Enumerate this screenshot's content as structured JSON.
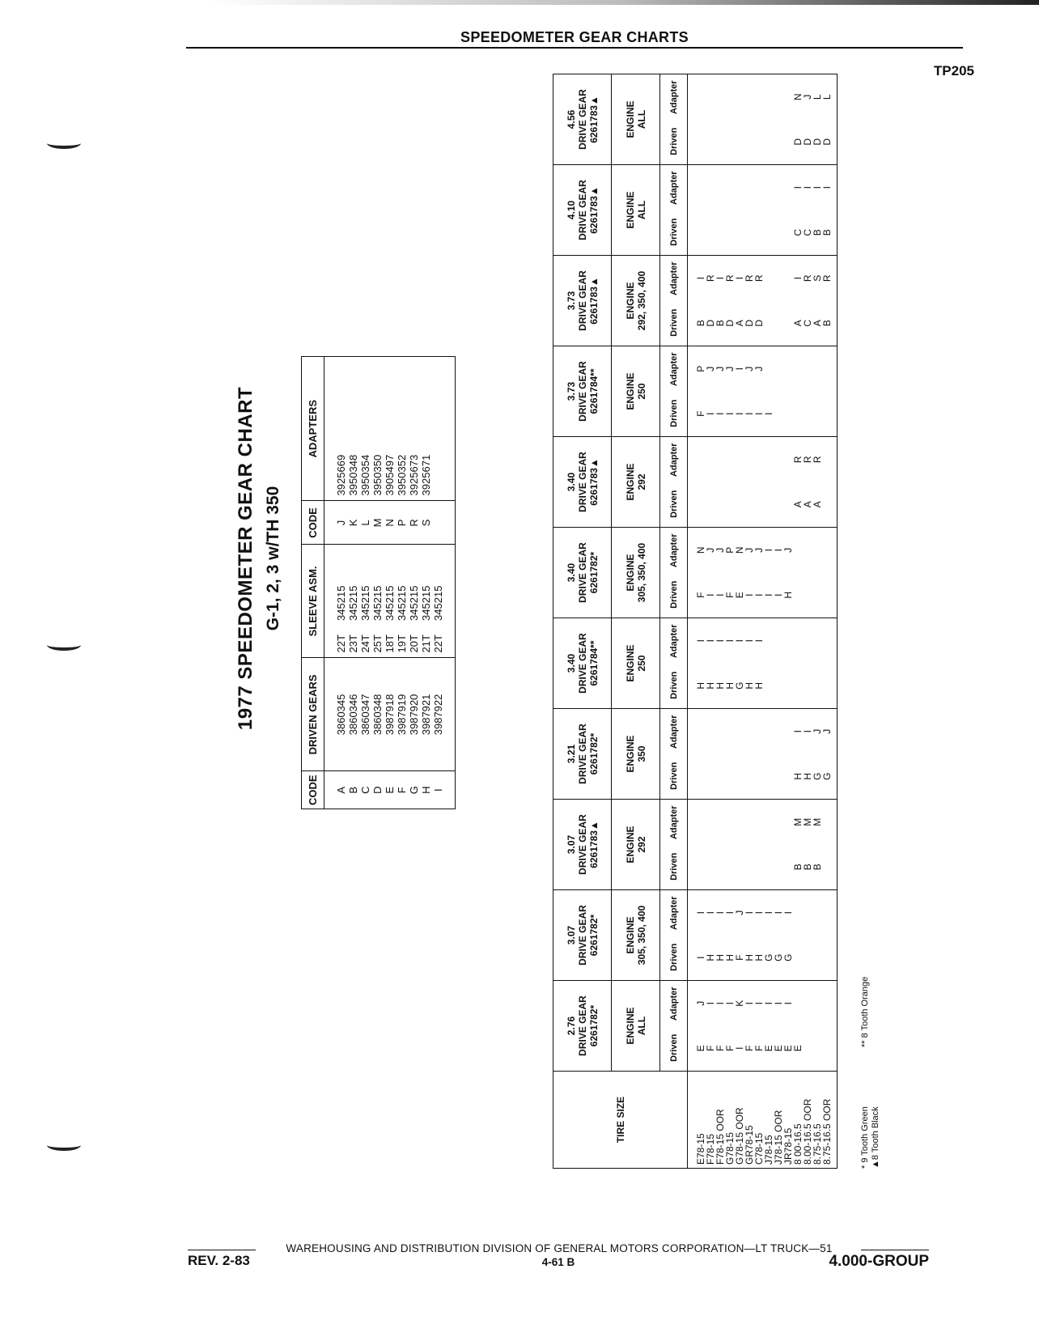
{
  "header": {
    "title": "SPEEDOMETER GEAR CHARTS",
    "code": "TP205"
  },
  "chart": {
    "title": "1977 SPEEDOMETER GEAR CHART",
    "subtitle": "G-1, 2, 3 w/TH 350",
    "headers": [
      "CODE",
      "DRIVEN GEARS",
      "SLEEVE ASM.",
      "CODE",
      "ADAPTERS"
    ],
    "rows": [
      {
        "code": "A",
        "driven": "3860345",
        "teeth": "22T",
        "sleeve": "345215",
        "acode": "J",
        "adapter": "3925669"
      },
      {
        "code": "B",
        "driven": "3860346",
        "teeth": "23T",
        "sleeve": "345215",
        "acode": "K",
        "adapter": "3950348"
      },
      {
        "code": "C",
        "driven": "3860347",
        "teeth": "24T",
        "sleeve": "345215",
        "acode": "L",
        "adapter": "3950354"
      },
      {
        "code": "D",
        "driven": "3860348",
        "teeth": "25T",
        "sleeve": "345215",
        "acode": "M",
        "adapter": "3950350"
      },
      {
        "code": "E",
        "driven": "3987918",
        "teeth": "18T",
        "sleeve": "345215",
        "acode": "N",
        "adapter": "3905497"
      },
      {
        "code": "F",
        "driven": "3987919",
        "teeth": "19T",
        "sleeve": "345215",
        "acode": "P",
        "adapter": "3950352"
      },
      {
        "code": "G",
        "driven": "3987920",
        "teeth": "20T",
        "sleeve": "345215",
        "acode": "R",
        "adapter": "3925673"
      },
      {
        "code": "H",
        "driven": "3987921",
        "teeth": "21T",
        "sleeve": "345215",
        "acode": "S",
        "adapter": "3925671"
      },
      {
        "code": "I",
        "driven": "3987922",
        "teeth": "22T",
        "sleeve": "345215",
        "acode": "",
        "adapter": ""
      }
    ]
  },
  "gear_table": {
    "tire_header": "TIRE SIZE",
    "driven_label": "Driven",
    "adapter_label": "Adapter",
    "tires": [
      "E78-15",
      "F78-15",
      "F78-15 OOR",
      "G78-15",
      "G78-15 OOR",
      "GR78-15",
      "C78-15",
      "J78-15",
      "J78-15 OOR",
      "JR78-15",
      "8 00-16.5",
      "8.00-16.5 OOR",
      "8.75-16.5",
      "8.75-16.5 OOR"
    ],
    "columns": [
      {
        "ratio": "2.76",
        "gear": "DRIVE GEAR",
        "part": "6261782*",
        "engine_label": "ENGINE",
        "engine": "ALL",
        "driven": [
          "E",
          "F",
          "F",
          "F",
          "I",
          "F",
          "F",
          "E",
          "E",
          "E",
          "E",
          "",
          "",
          ""
        ],
        "adapter": [
          "J",
          "I",
          "I",
          "I",
          "K",
          "I",
          "I",
          "I",
          "I",
          "I",
          "",
          "",
          "",
          ""
        ]
      },
      {
        "ratio": "3.07",
        "gear": "DRIVE GEAR",
        "part": "6261782*",
        "engine_label": "ENGINE",
        "engine": "305, 350, 400",
        "driven": [
          "I",
          "H",
          "H",
          "H",
          "F",
          "H",
          "H",
          "G",
          "G",
          "G",
          "",
          "",
          "",
          ""
        ],
        "adapter": [
          "I",
          "I",
          "I",
          "I",
          "J",
          "I",
          "I",
          "I",
          "I",
          "I",
          "",
          "",
          "",
          ""
        ]
      },
      {
        "ratio": "3.07",
        "gear": "DRIVE GEAR",
        "part": "6261783▲",
        "engine_label": "ENGINE",
        "engine": "292",
        "driven": [
          "",
          "",
          "",
          "",
          "",
          "",
          "",
          "",
          "",
          "",
          "B",
          "B",
          "B",
          ""
        ],
        "adapter": [
          "",
          "",
          "",
          "",
          "",
          "",
          "",
          "",
          "",
          "",
          "M",
          "M",
          "M",
          ""
        ]
      },
      {
        "ratio": "3.21",
        "gear": "DRIVE GEAR",
        "part": "6261782*",
        "engine_label": "ENGINE",
        "engine": "350",
        "driven": [
          "",
          "",
          "",
          "",
          "",
          "",
          "",
          "",
          "",
          "",
          "H",
          "H",
          "G",
          "G"
        ],
        "adapter": [
          "",
          "",
          "",
          "",
          "",
          "",
          "",
          "",
          "",
          "",
          "I",
          "I",
          "J",
          "J"
        ]
      },
      {
        "ratio": "3.40",
        "gear": "DRIVE GEAR",
        "part": "6261784**",
        "engine_label": "ENGINE",
        "engine": "250",
        "driven": [
          "H",
          "H",
          "H",
          "H",
          "G",
          "H",
          "H",
          "",
          "",
          "",
          "",
          "",
          "",
          ""
        ],
        "adapter": [
          "I",
          "I",
          "I",
          "I",
          "I",
          "I",
          "I",
          "",
          "",
          "",
          "",
          "",
          "",
          ""
        ]
      },
      {
        "ratio": "3.40",
        "gear": "DRIVE GEAR",
        "part": "6261782*",
        "engine_label": "ENGINE",
        "engine": "305, 350, 400",
        "driven": [
          "F",
          "I",
          "I",
          "F",
          "E",
          "I",
          "I",
          "I",
          "I",
          "H",
          "",
          "",
          "",
          ""
        ],
        "adapter": [
          "N",
          "J",
          "J",
          "P",
          "N",
          "J",
          "J",
          "I",
          "I",
          "J",
          "",
          "",
          "",
          ""
        ]
      },
      {
        "ratio": "3.40",
        "gear": "DRIVE GEAR",
        "part": "6261783▲",
        "engine_label": "ENGINE",
        "engine": "292",
        "driven": [
          "",
          "",
          "",
          "",
          "",
          "",
          "",
          "",
          "",
          "",
          "A",
          "A",
          "A",
          ""
        ],
        "adapter": [
          "",
          "",
          "",
          "",
          "",
          "",
          "",
          "",
          "",
          "",
          "R",
          "R",
          "R",
          ""
        ]
      },
      {
        "ratio": "3.73",
        "gear": "DRIVE GEAR",
        "part": "6261784**",
        "engine_label": "ENGINE",
        "engine": "250",
        "driven": [
          "F",
          "I",
          "I",
          "I",
          "I",
          "I",
          "I",
          "I",
          "",
          "",
          "",
          "",
          "",
          ""
        ],
        "adapter": [
          "P",
          "J",
          "J",
          "J",
          "I",
          "J",
          "J",
          "",
          "",
          "",
          "",
          "",
          "",
          ""
        ]
      },
      {
        "ratio": "3.73",
        "gear": "DRIVE GEAR",
        "part": "6261783▲",
        "engine_label": "ENGINE",
        "engine": "292, 350, 400",
        "driven": [
          "B",
          "D",
          "B",
          "D",
          "A",
          "D",
          "D",
          "",
          "",
          "",
          "A",
          "C",
          "A",
          "B"
        ],
        "adapter": [
          "I",
          "R",
          "I",
          "R",
          "I",
          "R",
          "R",
          "",
          "",
          "",
          "I",
          "R",
          "S",
          "R"
        ]
      },
      {
        "ratio": "4.10",
        "gear": "DRIVE GEAR",
        "part": "6261783▲",
        "engine_label": "ENGINE",
        "engine": "ALL",
        "driven": [
          "",
          "",
          "",
          "",
          "",
          "",
          "",
          "",
          "",
          "",
          "C",
          "C",
          "B",
          "B"
        ],
        "adapter": [
          "",
          "",
          "",
          "",
          "",
          "",
          "",
          "",
          "",
          "",
          "I",
          "I",
          "I",
          "I"
        ]
      },
      {
        "ratio": "4.56",
        "gear": "DRIVE GEAR",
        "part": "6261783▲",
        "engine_label": "ENGINE",
        "engine": "ALL",
        "driven": [
          "",
          "",
          "",
          "",
          "",
          "",
          "",
          "",
          "",
          "",
          "D",
          "D",
          "D",
          "D"
        ],
        "adapter": [
          "",
          "",
          "",
          "",
          "",
          "",
          "",
          "",
          "",
          "",
          "N",
          "J",
          "L",
          "L"
        ]
      }
    ],
    "legend": [
      "* 9 Tooth Green",
      "▲8 Tooth Black",
      "** 8 Tooth Orange"
    ]
  },
  "footer": {
    "line": "WAREHOUSING AND DISTRIBUTION  DIVISION OF GENERAL MOTORS CORPORATION—LT TRUCK—51",
    "rev": "REV. 2-83",
    "page": "4-61  B",
    "group": "4.000-GROUP"
  }
}
